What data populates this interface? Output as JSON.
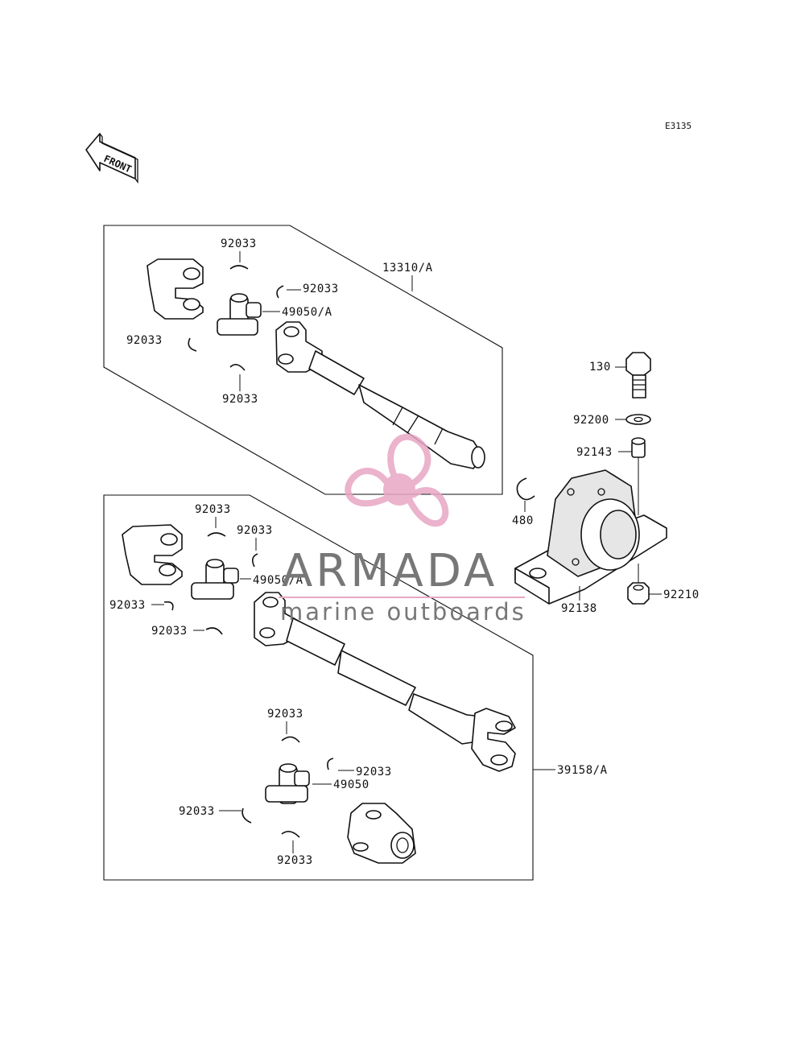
{
  "diagram": {
    "code": "E3135",
    "front_label": "FRONT",
    "labels": {
      "assy_top": "13310/A",
      "assy_bottom": "39158/A",
      "joint_top": "49050/A",
      "joint_mid": "49050/A",
      "joint_bottom": "49050",
      "clip": "92033",
      "bolt": "130",
      "washer": "92200",
      "collar": "92143",
      "ring": "480",
      "bearing": "92138",
      "nut": "92210"
    }
  },
  "watermark": {
    "brand": "ARMADA",
    "tagline": "marine outboards",
    "logo_color": "#e8a6c4"
  }
}
